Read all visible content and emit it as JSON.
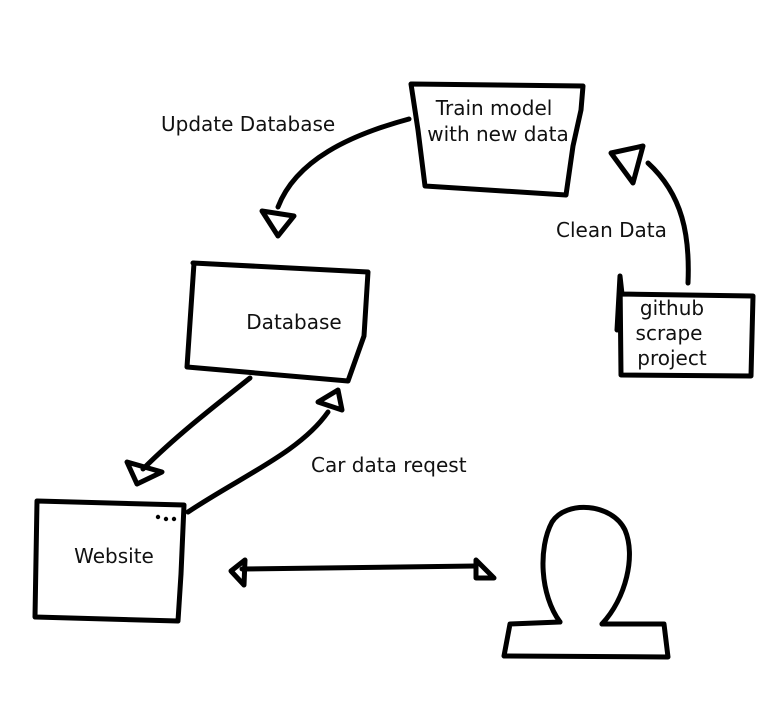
{
  "nodes": {
    "train_model": {
      "lines": [
        "Train model",
        "with new data"
      ]
    },
    "database": {
      "label": "Database"
    },
    "github_scrape": {
      "lines": [
        "github",
        "scrape",
        "project"
      ]
    },
    "website": {
      "label": "Website"
    },
    "user": {
      "icon": "user-icon"
    }
  },
  "edges": {
    "update_database": "Update Database",
    "clean_data": "Clean Data",
    "car_data_request": "Car data reqest"
  },
  "colors": {
    "ink": "#000000",
    "background": "#ffffff"
  }
}
